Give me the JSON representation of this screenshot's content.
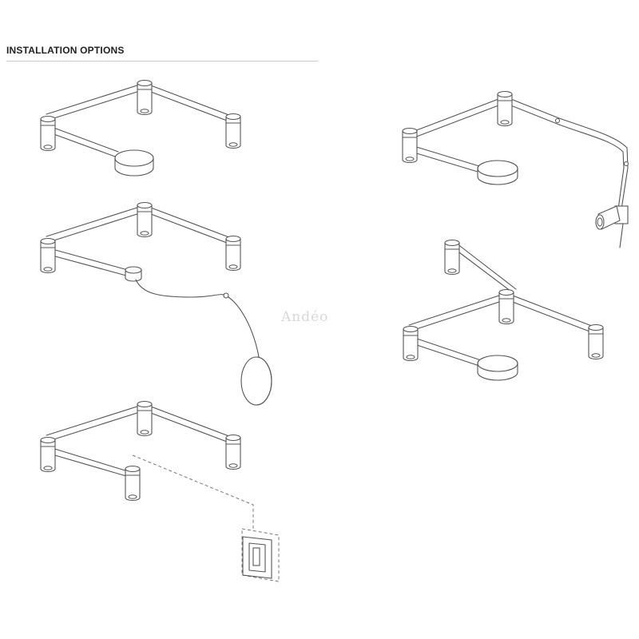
{
  "header": {
    "title": "INSTALLATION OPTIONS"
  },
  "watermark": {
    "text": "Andéo"
  },
  "diagram": {
    "options": [
      {
        "id": "ceiling-canopy"
      },
      {
        "id": "plug-in-cord-canopy"
      },
      {
        "id": "wall-junction-box"
      },
      {
        "id": "hanging-cord-spotlight"
      },
      {
        "id": "extended-arm-canopy"
      }
    ]
  }
}
